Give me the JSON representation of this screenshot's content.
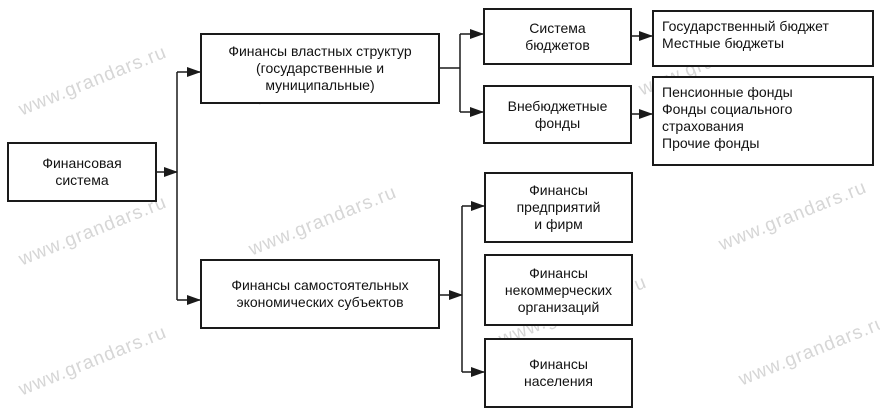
{
  "watermark_text": "www.grandars.ru",
  "colors": {
    "line": "#1a1a1a",
    "box_border": "#1a1a1a",
    "text": "#111111",
    "watermark": "#d6d6d6"
  },
  "nodes": {
    "finance_system": {
      "lines": [
        "Финансовая",
        "система"
      ]
    },
    "government_finance": {
      "lines": [
        "Финансы властных структур",
        "(государственные и",
        "муниципальные)"
      ]
    },
    "independent_finance": {
      "lines": [
        "Финансы самостоятельных",
        "экономических субъектов"
      ]
    },
    "budget_system": {
      "lines": [
        "Система",
        "бюджетов"
      ]
    },
    "extra_budget_funds": {
      "lines": [
        "Внебюджетные",
        "фонды"
      ]
    },
    "budgets_list": {
      "lines": [
        "Государственный бюджет",
        "Местные бюджеты"
      ]
    },
    "funds_list": {
      "lines": [
        "Пенсионные фонды",
        "Фонды социального",
        "страхования",
        "Прочие фонды"
      ]
    },
    "enterprise_finance": {
      "lines": [
        "Финансы",
        "предприятий",
        "и фирм"
      ]
    },
    "nonprofit_finance": {
      "lines": [
        "Финансы",
        "некоммерческих",
        "организаций"
      ]
    },
    "household_finance": {
      "lines": [
        "Финансы",
        "населения"
      ]
    }
  }
}
